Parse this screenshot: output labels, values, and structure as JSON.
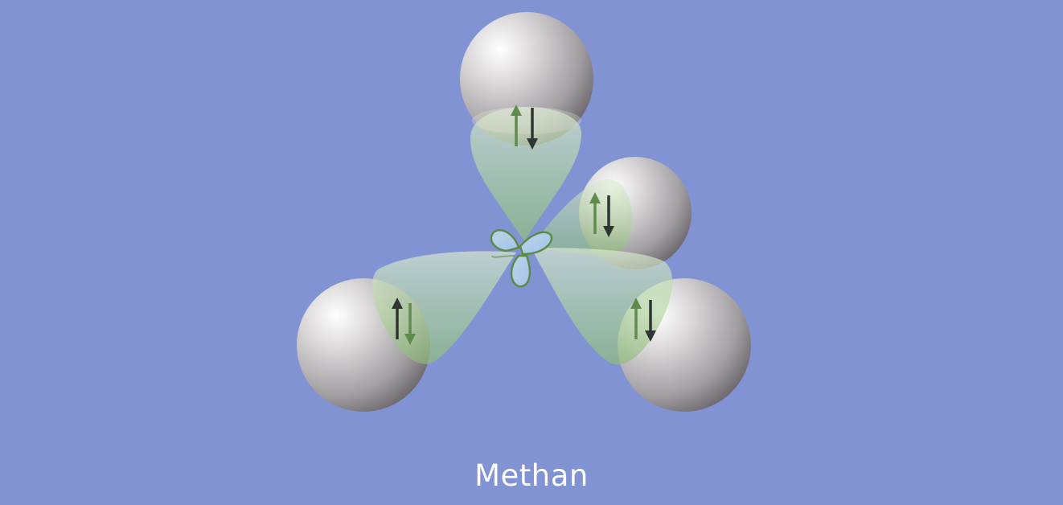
{
  "caption": "Methan",
  "colors": {
    "background": "#8193d3",
    "hydrogen": "#b3b0b3",
    "orbital": "#9cc98a",
    "orbital_outline": "#5b8c46",
    "arrow_green": "#5f8c4e",
    "arrow_dark": "#2f3530",
    "caption": "#ffffff"
  },
  "atoms": [
    {
      "name": "hydrogen-top"
    },
    {
      "name": "hydrogen-right-back"
    },
    {
      "name": "hydrogen-left"
    },
    {
      "name": "hydrogen-right-front"
    }
  ],
  "bonds": [
    {
      "name": "bond-top",
      "electron_pair": [
        "up",
        "down"
      ]
    },
    {
      "name": "bond-right-back",
      "electron_pair": [
        "up",
        "down"
      ]
    },
    {
      "name": "bond-left",
      "electron_pair": [
        "up",
        "down"
      ]
    },
    {
      "name": "bond-right-front",
      "electron_pair": [
        "up",
        "down"
      ]
    }
  ]
}
